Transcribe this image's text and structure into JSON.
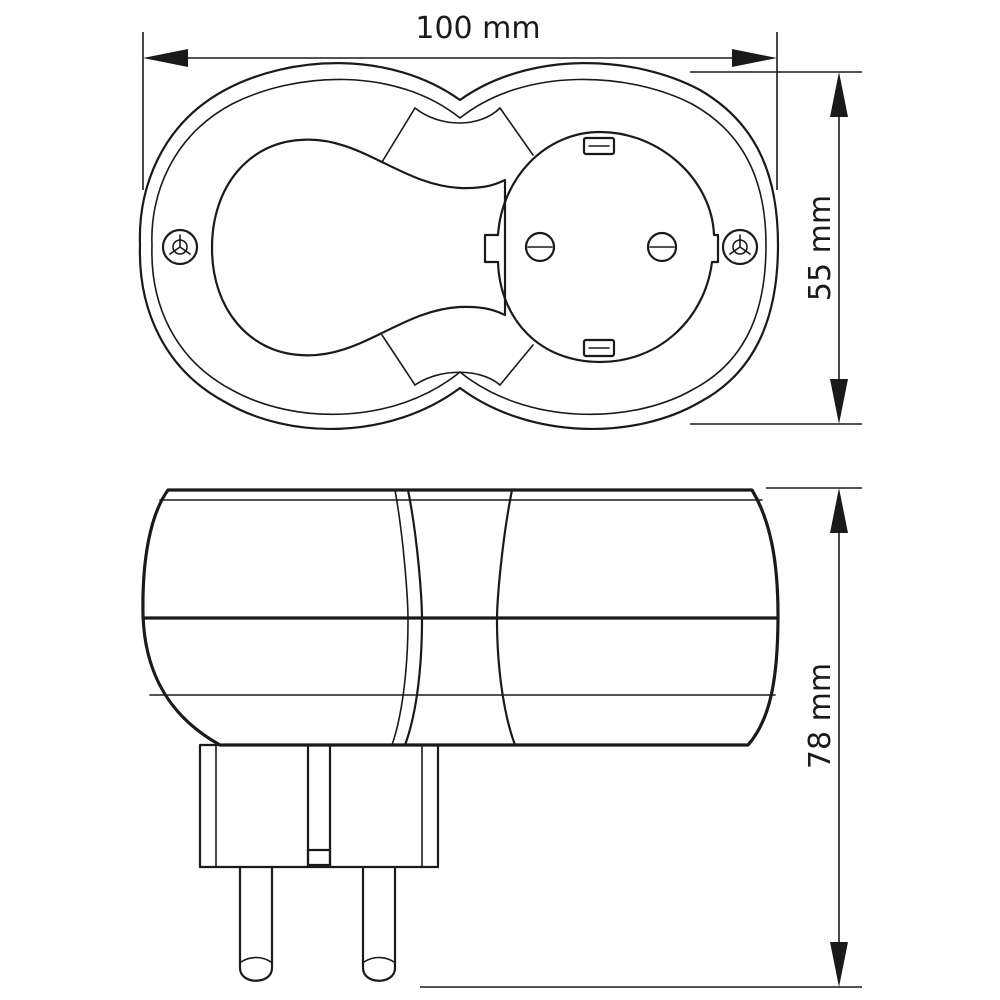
{
  "dimensions": {
    "width_label": "100 mm",
    "height_label": "55 mm",
    "depth_label": "78 mm"
  },
  "views": [
    "top-view",
    "side-view"
  ],
  "colors": {
    "line": "#1a1a1a",
    "background": "#ffffff"
  }
}
